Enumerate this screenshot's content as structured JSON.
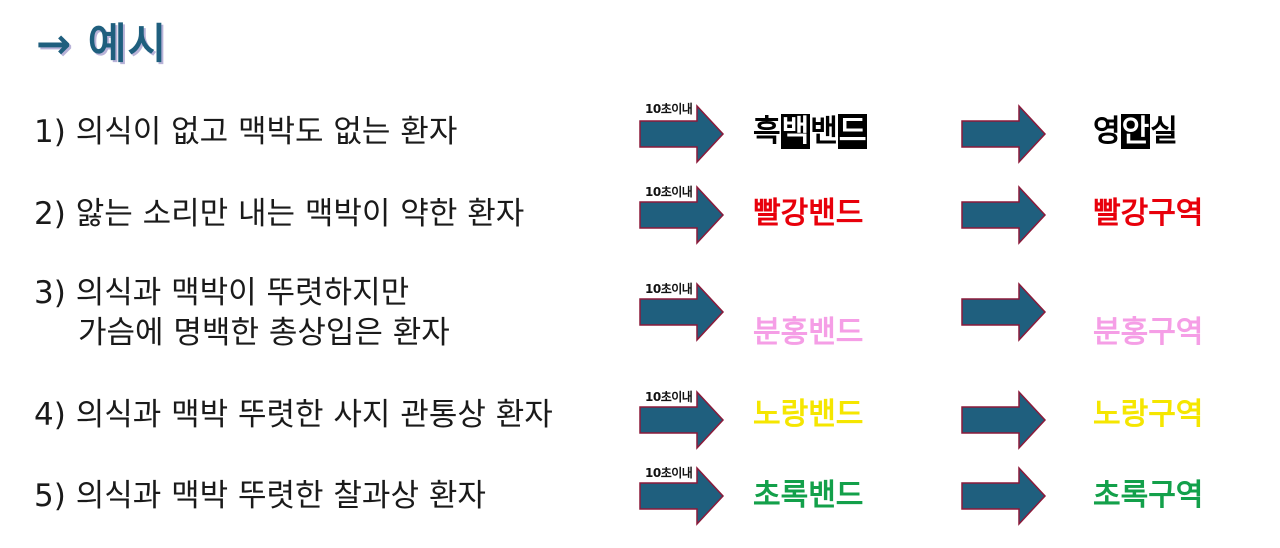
{
  "title": "→ 예시",
  "transfer_note": "10초이내",
  "rows": [
    {
      "num": "1)",
      "text": "의식이 없고 맥박도 없는 환자",
      "text2": "",
      "band": [
        "흑",
        "백",
        "밴",
        "드"
      ],
      "band_color": "#000000",
      "zone": [
        "영",
        "안",
        "실"
      ],
      "zone_color": "#000000"
    },
    {
      "num": "2)",
      "text": "앓는 소리만 내는 맥박이 약한 환자",
      "text2": "",
      "band": [
        "빨강밴드"
      ],
      "band_color": "#e8000b",
      "zone": [
        "빨강구역"
      ],
      "zone_color": "#e8000b"
    },
    {
      "num": "3)",
      "text": "의식과 맥박이 뚜렷하지만",
      "text2": "가슴에 명백한 총상입은 환자",
      "band": [
        "분홍밴드"
      ],
      "band_color": "#f59ee6",
      "zone": [
        "분홍구역"
      ],
      "zone_color": "#f59ee6"
    },
    {
      "num": "4)",
      "text": "의식과 맥박 뚜렷한 사지 관통상 환자",
      "text2": "",
      "band": [
        "노랑밴드"
      ],
      "band_color": "#f5e600",
      "zone": [
        "노랑구역"
      ],
      "zone_color": "#f5e600"
    },
    {
      "num": "5)",
      "text": "의식과 맥박 뚜렷한 찰과상 환자",
      "text2": "",
      "band": [
        "초록밴드"
      ],
      "band_color": "#13a04a",
      "zone": [
        "초록구역"
      ],
      "zone_color": "#13a04a"
    }
  ],
  "arrow_color": "#1f5f7e",
  "arrow_outline": "#8b1a3a"
}
